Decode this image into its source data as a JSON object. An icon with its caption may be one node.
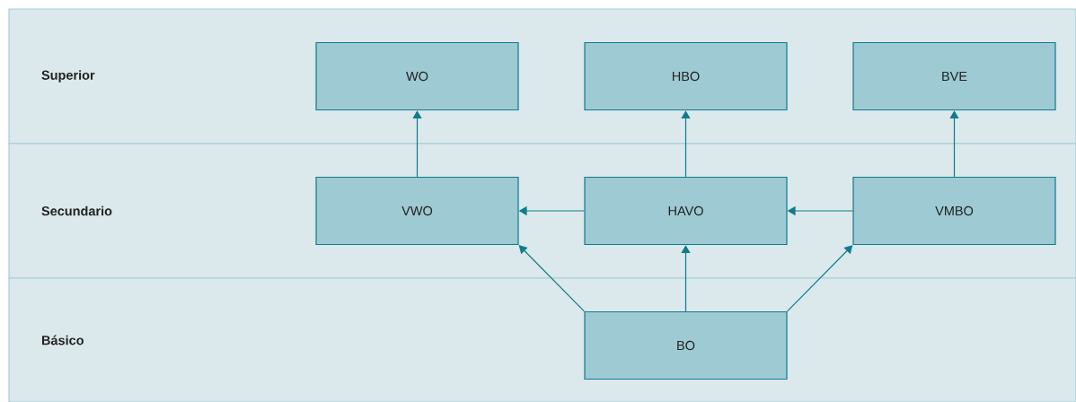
{
  "diagram": {
    "nodes": [
      {
        "text": [
          "Superior"
        ]
      },
      {
        "text": [
          "WO"
        ],
        "in": 0
      },
      {
        "text": [
          "HBO"
        ],
        "in": 0
      },
      {
        "text": [
          "BVE"
        ],
        "in": 0
      },
      {
        "text": [
          "Secundario"
        ]
      },
      {
        "text": [
          "VWO"
        ],
        "in": 4
      },
      {
        "text": [
          "HAVO"
        ],
        "in": 4
      },
      {
        "text": [
          "VMBO"
        ],
        "in": 4
      },
      {
        "text": [
          "Básico"
        ]
      },
      {
        "text": [
          "BO"
        ],
        "in": 8
      }
    ],
    "edges": [
      {
        "from": 5,
        "to": 1,
        "arrow": "to"
      },
      {
        "from": 6,
        "to": 2,
        "arrow": "to"
      },
      {
        "from": 7,
        "to": 3,
        "arrow": "to"
      },
      {
        "from": 6,
        "to": 5,
        "arrow": "to"
      },
      {
        "from": 7,
        "to": 6,
        "arrow": "to"
      },
      {
        "from": 9,
        "to": 5,
        "arrow": "to"
      },
      {
        "from": 9,
        "to": 6,
        "arrow": "to"
      },
      {
        "from": 9,
        "to": 7,
        "arrow": "to"
      }
    ]
  }
}
